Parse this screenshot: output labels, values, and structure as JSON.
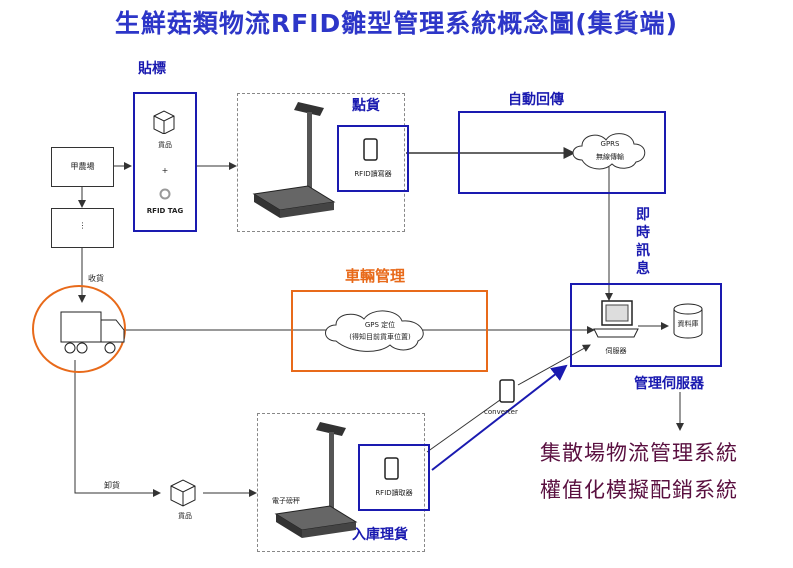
{
  "title": "生鮮菇類物流RFID雛型管理系統概念圖(集貨端)",
  "labels": {
    "tagging": "貼標",
    "counting": "點貨",
    "auto_return": "自動回傳",
    "realtime_msg": "即時訊息",
    "vehicle_mgmt": "車輛管理",
    "server_mgmt": "管理伺服器",
    "warehouse_in": "入庫理貨"
  },
  "nodes": {
    "farm": "甲農場",
    "ellipsis": "⋮",
    "goods": "貨品",
    "plus": "+",
    "rfid_tag": "RFID TAG",
    "rfid_writer": "RFID讀寫器",
    "gprs": "GPRS",
    "wireless": "無線傳輸",
    "collect": "收貨",
    "gps_line1": "GPS 定位",
    "gps_line2": "(得知目前貨車位置)",
    "server": "伺服器",
    "database": "資料庫",
    "converter": "converter",
    "unload": "卸貨",
    "goods2": "貨品",
    "scale": "電子磅秤",
    "rfid_reader": "RFID讀取器"
  },
  "systems": {
    "line1": "集散場物流管理系統",
    "line2": "權值化模擬配銷系統"
  },
  "colors": {
    "title": "#2d36c8",
    "blue": "#1a1ab0",
    "orange": "#e86a1a",
    "purple": "#5a1040"
  }
}
